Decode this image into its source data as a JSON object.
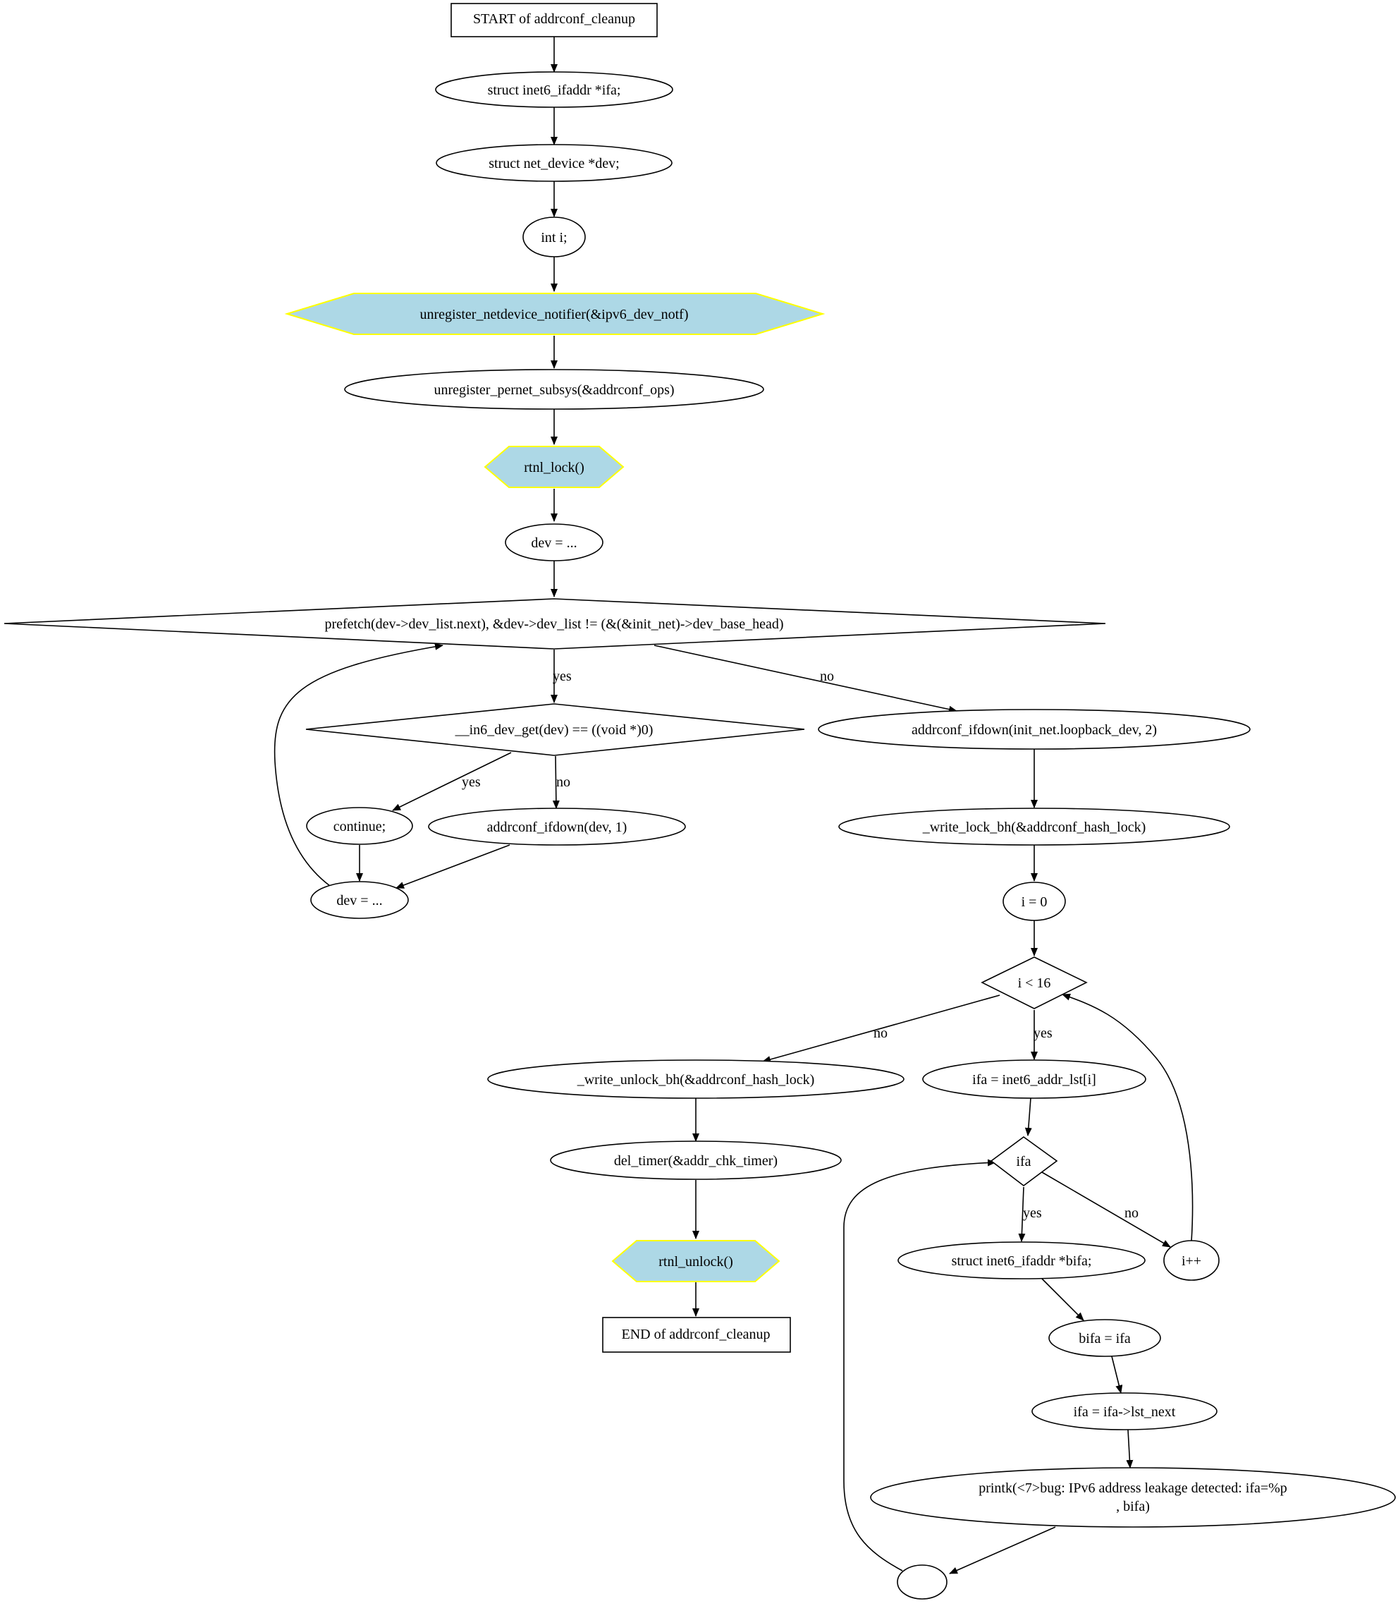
{
  "diagram": {
    "colors": {
      "stroke": "#000000",
      "fill": "#ffffff",
      "call_fill": "#add8e6",
      "call_stroke": "#ffff00"
    },
    "nodes": {
      "start": "START of addrconf_cleanup",
      "decl_ifa": "struct inet6_ifaddr *ifa;",
      "decl_dev": "struct net_device *dev;",
      "decl_i": "int i;",
      "unregister_notifier": "unregister_netdevice_notifier(&ipv6_dev_notf)",
      "unregister_pernet": "unregister_pernet_subsys(&addrconf_ops)",
      "rtnl_lock": "rtnl_lock()",
      "dev_init": "dev = ...",
      "loop_cond": "prefetch(dev->dev_list.next), &dev->dev_list != (&(&init_net)->dev_base_head)",
      "in6_dev_cond": "__in6_dev_get(dev) == ((void *)0)",
      "continue_stmt": "continue;",
      "ifdown_dev": "addrconf_ifdown(dev, 1)",
      "dev_next": "dev = ...",
      "ifdown_loopback": "addrconf_ifdown(init_net.loopback_dev, 2)",
      "write_lock": "_write_lock_bh(&addrconf_hash_lock)",
      "i_init": "i = 0",
      "i_cond": "i < 16",
      "write_unlock": "_write_unlock_bh(&addrconf_hash_lock)",
      "ifa_assign": "ifa = inet6_addr_lst[i]",
      "del_timer": "del_timer(&addr_chk_timer)",
      "ifa_cond": "ifa",
      "rtnl_unlock": "rtnl_unlock()",
      "decl_bifa": "struct inet6_ifaddr *bifa;",
      "i_inc": "i++",
      "end": "END of addrconf_cleanup",
      "bifa_assign": "bifa = ifa",
      "ifa_next": "ifa = ifa->lst_next",
      "printk_line1": "printk(<7>bug: IPv6 address leakage detected: ifa=%p",
      "printk_line2": ", bifa)",
      "join": ""
    },
    "edge_labels": {
      "loop_yes": "yes",
      "loop_no": "no",
      "in6_yes": "yes",
      "in6_no": "no",
      "i_no": "no",
      "i_yes": "yes",
      "ifa_yes": "yes",
      "ifa_no": "no"
    }
  }
}
